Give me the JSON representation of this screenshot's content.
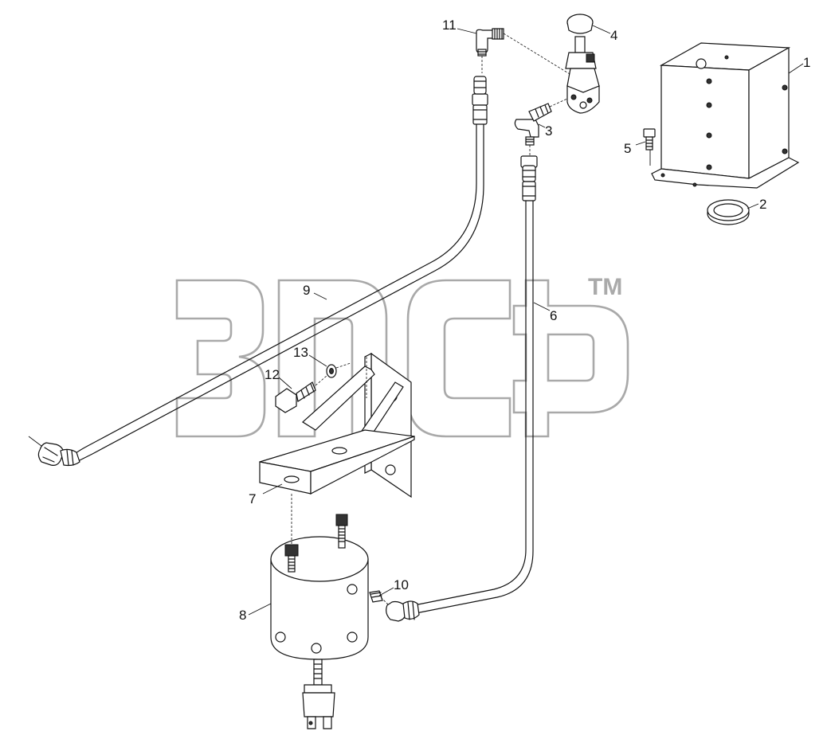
{
  "callouts": [
    {
      "id": "1",
      "text": "1"
    },
    {
      "id": "2",
      "text": "2"
    },
    {
      "id": "3",
      "text": "3"
    },
    {
      "id": "4",
      "text": "4"
    },
    {
      "id": "5",
      "text": "5"
    },
    {
      "id": "6",
      "text": "6"
    },
    {
      "id": "7",
      "text": "7"
    },
    {
      "id": "8",
      "text": "8"
    },
    {
      "id": "9",
      "text": "9"
    },
    {
      "id": "10",
      "text": "10"
    },
    {
      "id": "11",
      "text": "11"
    },
    {
      "id": "12",
      "text": "12"
    },
    {
      "id": "13",
      "text": "13"
    }
  ],
  "watermark": {
    "tm_text": "TM",
    "color": "#a9a9a9"
  }
}
